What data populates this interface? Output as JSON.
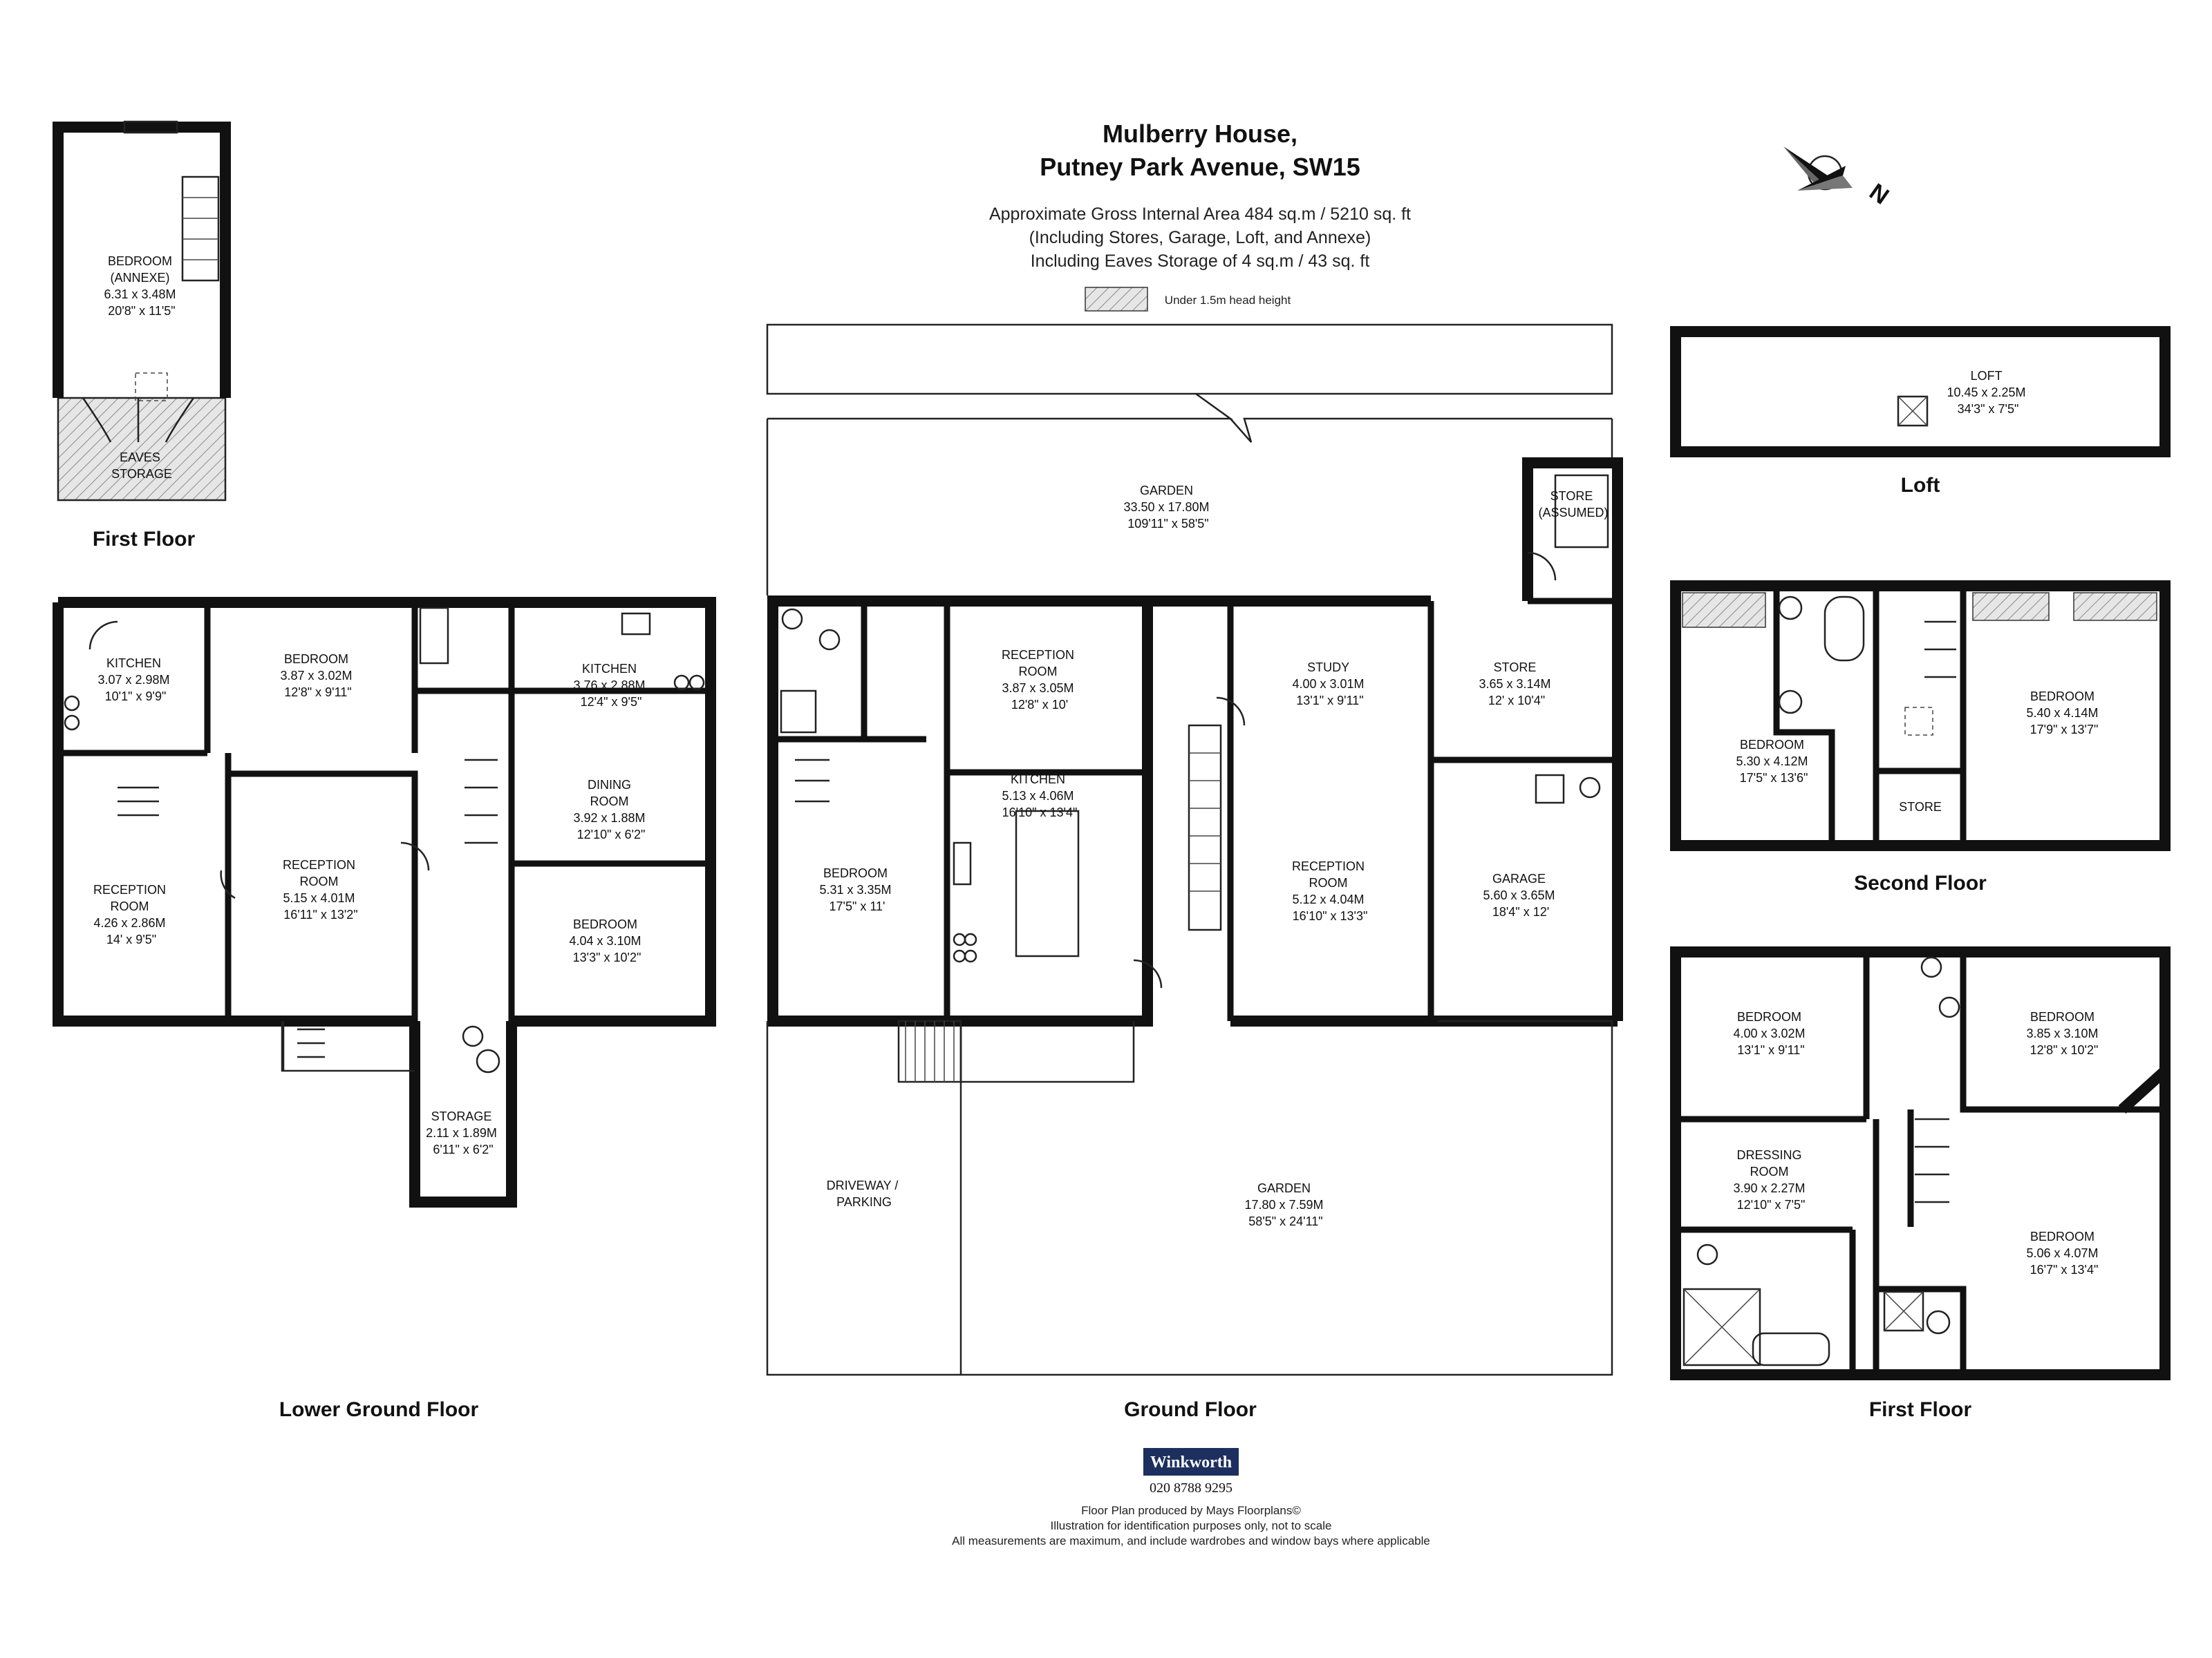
{
  "title": {
    "line1": "Mulberry House,",
    "line2": "Putney Park Avenue, SW15"
  },
  "area": {
    "line1": "Approximate Gross Internal Area 484 sq.m  /  5210 sq. ft",
    "line2": "(Including Stores, Garage, Loft, and Annexe)",
    "line3": "Including Eaves Storage of 4 sq.m  /  43 sq. ft"
  },
  "legend": {
    "label": "Under 1.5m head height",
    "color": "#d9d9d9"
  },
  "compass": {
    "label": "N"
  },
  "floors": {
    "annexe": "First Floor",
    "lower_ground": "Lower Ground Floor",
    "ground": "Ground Floor",
    "loft": "Loft",
    "second": "Second Floor",
    "first": "First Floor"
  },
  "rooms": {
    "annexe_bedroom": [
      "BEDROOM",
      "(ANNEXE)",
      "6.31 x 3.48M",
      "20'8\" x 11'5\""
    ],
    "eaves_storage": [
      "EAVES",
      "STORAGE"
    ],
    "lg_kitchen_1": [
      "KITCHEN",
      "3.07 x 2.98M",
      "10'1\" x 9'9\""
    ],
    "lg_bedroom_1": [
      "BEDROOM",
      "3.87 x 3.02M",
      "12'8\" x 9'11\""
    ],
    "lg_kitchen_2": [
      "KITCHEN",
      "3.76 x 2.88M",
      "12'4\" x 9'5\""
    ],
    "lg_dining": [
      "DINING",
      "ROOM",
      "3.92 x 1.88M",
      "12'10\" x 6'2\""
    ],
    "lg_reception_1": [
      "RECEPTION",
      "ROOM",
      "4.26 x 2.86M",
      "14' x 9'5\""
    ],
    "lg_reception_2": [
      "RECEPTION",
      "ROOM",
      "5.15 x 4.01M",
      "16'11\" x 13'2\""
    ],
    "lg_bedroom_2": [
      "BEDROOM",
      "4.04 x 3.10M",
      "13'3\" x 10'2\""
    ],
    "lg_storage": [
      "STORAGE",
      "2.11 x 1.89M",
      "6'11\" x 6'2\""
    ],
    "gf_garden_rear": [
      "GARDEN",
      "33.50 x 17.80M",
      "109'11\" x 58'5\""
    ],
    "gf_store_assumed": [
      "STORE",
      "(ASSUMED)"
    ],
    "gf_reception_1": [
      "RECEPTION",
      "ROOM",
      "3.87 x 3.05M",
      "12'8\" x 10'"
    ],
    "gf_study": [
      "STUDY",
      "4.00 x 3.01M",
      "13'1\" x 9'11\""
    ],
    "gf_store": [
      "STORE",
      "3.65 x 3.14M",
      "12' x 10'4\""
    ],
    "gf_bedroom": [
      "BEDROOM",
      "5.31 x 3.35M",
      "17'5\" x 11'"
    ],
    "gf_kitchen": [
      "KITCHEN",
      "5.13 x 4.06M",
      "16'10\" x 13'4\""
    ],
    "gf_reception_2": [
      "RECEPTION",
      "ROOM",
      "5.12 x 4.04M",
      "16'10\" x 13'3\""
    ],
    "gf_garage": [
      "GARAGE",
      "5.60 x 3.65M",
      "18'4\" x 12'"
    ],
    "gf_driveway": [
      "DRIVEWAY /",
      "PARKING"
    ],
    "gf_garden_front": [
      "GARDEN",
      "17.80 x 7.59M",
      "58'5\" x 24'11\""
    ],
    "loft": [
      "LOFT",
      "10.45 x 2.25M",
      "34'3\" x 7'5\""
    ],
    "sf_bedroom_1": [
      "BEDROOM",
      "5.30 x 4.12M",
      "17'5\" x 13'6\""
    ],
    "sf_bedroom_2": [
      "BEDROOM",
      "5.40 x 4.14M",
      "17'9\" x 13'7\""
    ],
    "sf_store": [
      "STORE"
    ],
    "ff_bedroom_1": [
      "BEDROOM",
      "4.00 x 3.02M",
      "13'1\" x 9'11\""
    ],
    "ff_bedroom_2": [
      "BEDROOM",
      "3.85 x 3.10M",
      "12'8\" x 10'2\""
    ],
    "ff_dressing": [
      "DRESSING",
      "ROOM",
      "3.90 x 2.27M",
      "12'10\" x 7'5\""
    ],
    "ff_bedroom_3": [
      "BEDROOM",
      "5.06 x 4.07M",
      "16'7\" x 13'4\""
    ]
  },
  "brand": {
    "name": "Winkworth",
    "phone": "020 8788 9295",
    "color": "#1c2f5e"
  },
  "footer": {
    "line1": "Floor Plan produced by Mays Floorplans©",
    "line2": "Illustration for identification purposes only, not to scale",
    "line3": "All measurements are maximum, and include wardrobes and window bays where applicable"
  }
}
